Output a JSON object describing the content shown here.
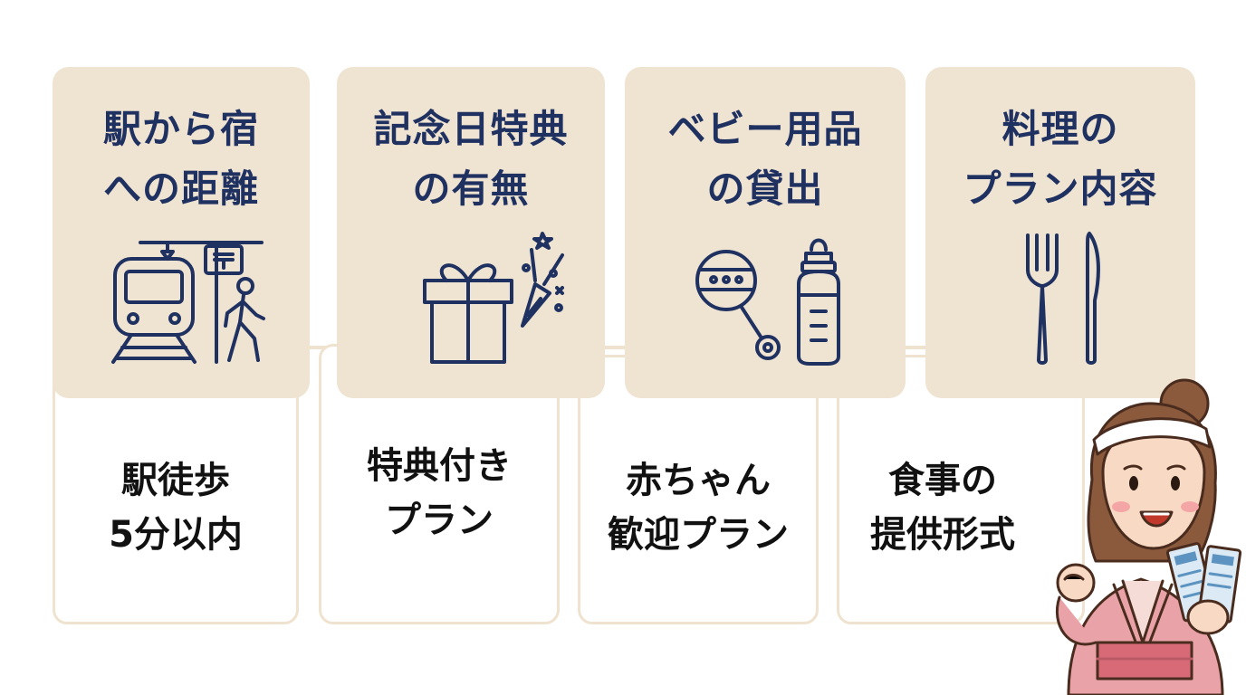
{
  "columns": [
    {
      "title_line1": "駅から宿",
      "title_line2": "への距離",
      "icon": "train-station-walk-icon",
      "desc_line1": "駅徒歩",
      "desc_line2": "5分以内"
    },
    {
      "title_line1": "記念日特典",
      "title_line2": "の有無",
      "icon": "gift-party-popper-icon",
      "desc_line1": "特典付き",
      "desc_line2": "プラン"
    },
    {
      "title_line1": "ベビー用品",
      "title_line2": "の貸出",
      "icon": "rattle-baby-bottle-icon",
      "desc_line1": "赤ちゃん",
      "desc_line2": "歓迎プラン"
    },
    {
      "title_line1": "料理の",
      "title_line2": "プラン内容",
      "icon": "fork-knife-icon",
      "desc_line1": "食事の",
      "desc_line2": "提供形式"
    }
  ],
  "colors": {
    "card_beige": "#efe3d2",
    "border_beige": "#efe3cf",
    "title_navy": "#1f3160",
    "icon_navy": "#1f3160",
    "text_black": "#111111"
  },
  "mascot": {
    "icon": "innkeeper-woman-with-tickets-icon"
  }
}
